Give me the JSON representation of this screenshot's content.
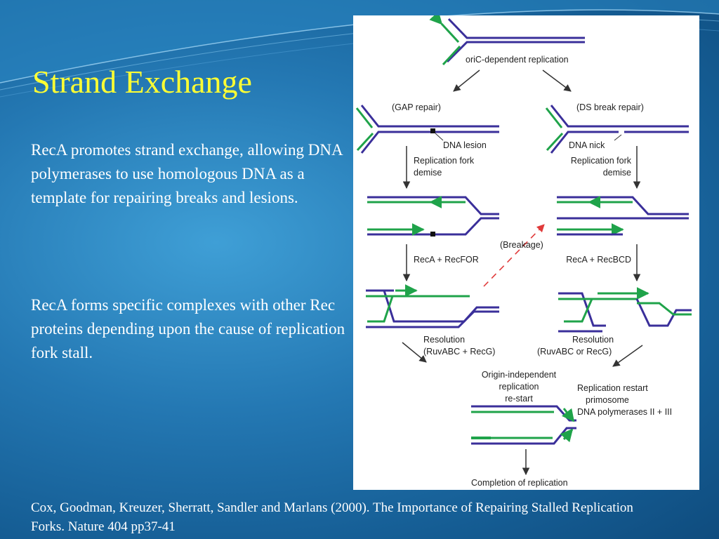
{
  "slide": {
    "title": "Strand Exchange",
    "paragraphs": [
      "RecA promotes strand exchange, allowing DNA polymerases to use homologous DNA as a template for repairing breaks and lesions.",
      "RecA forms specific complexes with other Rec proteins depending upon the cause of replication fork stall."
    ],
    "citation": "Cox, Goodman, Kreuzer, Sherratt, Sandler and Marlans (2000). The Importance of Repairing Stalled Replication Forks. Nature 404 pp37-41"
  },
  "figure": {
    "labels": {
      "oric": "oriC-dependent replication",
      "gap_repair": "(GAP repair)",
      "ds_break_repair": "(DS break repair)",
      "dna_lesion": "DNA lesion",
      "dna_nick": "DNA nick",
      "fork_demise_left_1": "Replication fork",
      "fork_demise_left_2": "demise",
      "fork_demise_right_1": "Replication fork",
      "fork_demise_right_2": "demise",
      "breakage": "(Breakage)",
      "reca_recfor": "RecA + RecFOR",
      "reca_recbcd": "RecA + RecBCD",
      "resolution_left_1": "Resolution",
      "resolution_left_2": "(RuvABC + RecG)",
      "resolution_right_1": "Resolution",
      "resolution_right_2": "(RuvABC or RecG)",
      "origin_indep_1": "Origin-independent",
      "origin_indep_2": "replication",
      "origin_indep_3": "re-start",
      "restart_1": "Replication restart",
      "restart_2": "primosome",
      "restart_3": "DNA polymerases II + III",
      "completion": "Completion of replication"
    },
    "colors": {
      "template_strand": "#3a2f9a",
      "new_strand": "#1fa34a",
      "breakage_arrow": "#e03a3a",
      "flow_arrow": "#333333"
    }
  }
}
